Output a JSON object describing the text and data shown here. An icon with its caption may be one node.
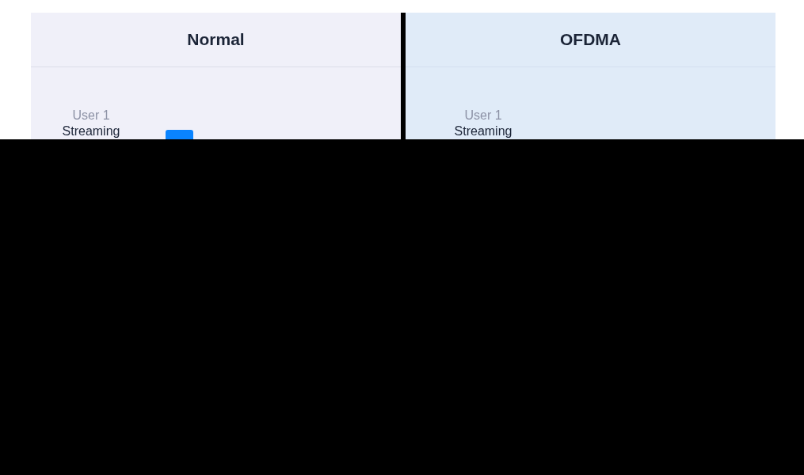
{
  "diagram": {
    "nodes": [
      {
        "text": [
          "Normal"
        ]
      },
      {
        "text": [],
        "shape": "bar",
        "in": 0
      },
      {
        "text": [
          "OFDMA"
        ]
      }
    ],
    "labels": [
      "User 1",
      "Streaming",
      "User 1",
      "Streaming"
    ]
  }
}
